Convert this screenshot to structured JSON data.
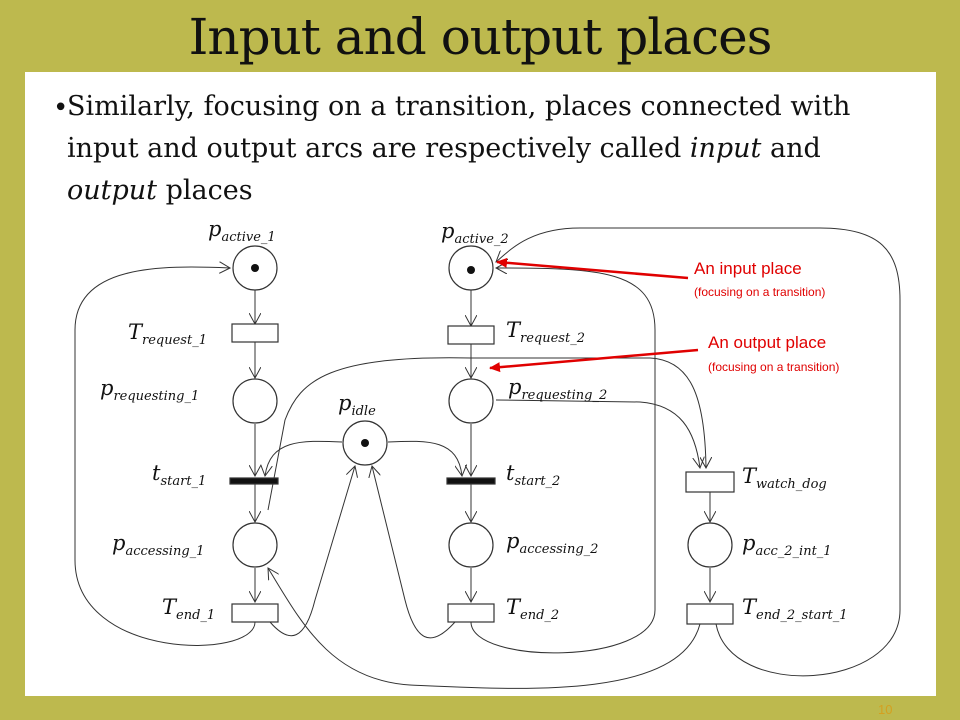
{
  "slide": {
    "title": "Input and output places",
    "bullet_symbol": "•",
    "bullet": {
      "text_1": "Similarly, focusing on a transition, places connected with input and output arcs are respectively called ",
      "em_1": "input",
      "text_2": " and ",
      "em_2": "output",
      "text_3": " places"
    },
    "slide_number": "10"
  },
  "diagram": {
    "places": [
      {
        "main": "p",
        "sub": "active_1",
        "token": true
      },
      {
        "main": "p",
        "sub": "active_2",
        "token": true
      },
      {
        "main": "p",
        "sub": "requesting_1",
        "token": false
      },
      {
        "main": "p",
        "sub": "requesting_2",
        "token": false
      },
      {
        "main": "p",
        "sub": "idle",
        "token": true
      },
      {
        "main": "p",
        "sub": "accessing_1",
        "token": false
      },
      {
        "main": "p",
        "sub": "accessing_2",
        "token": false
      },
      {
        "main": "p",
        "sub": "acc_2_int_1",
        "token": false
      }
    ],
    "transitions": [
      {
        "main": "T",
        "sub": "request_1"
      },
      {
        "main": "T",
        "sub": "request_2"
      },
      {
        "main": "t",
        "sub": "start_1"
      },
      {
        "main": "t",
        "sub": "start_2"
      },
      {
        "main": "T",
        "sub": "watch_dog"
      },
      {
        "main": "T",
        "sub": "end_1"
      },
      {
        "main": "T",
        "sub": "end_2"
      },
      {
        "main": "T",
        "sub": "end_2_start_1"
      }
    ],
    "annotations": {
      "input": {
        "title": "An input place",
        "note": "(focusing on a transition)"
      },
      "output": {
        "title": "An output place",
        "note": "(focusing on a transition)"
      }
    },
    "colors": {
      "annotation": "#e00000",
      "background": "#bdb94e"
    }
  }
}
